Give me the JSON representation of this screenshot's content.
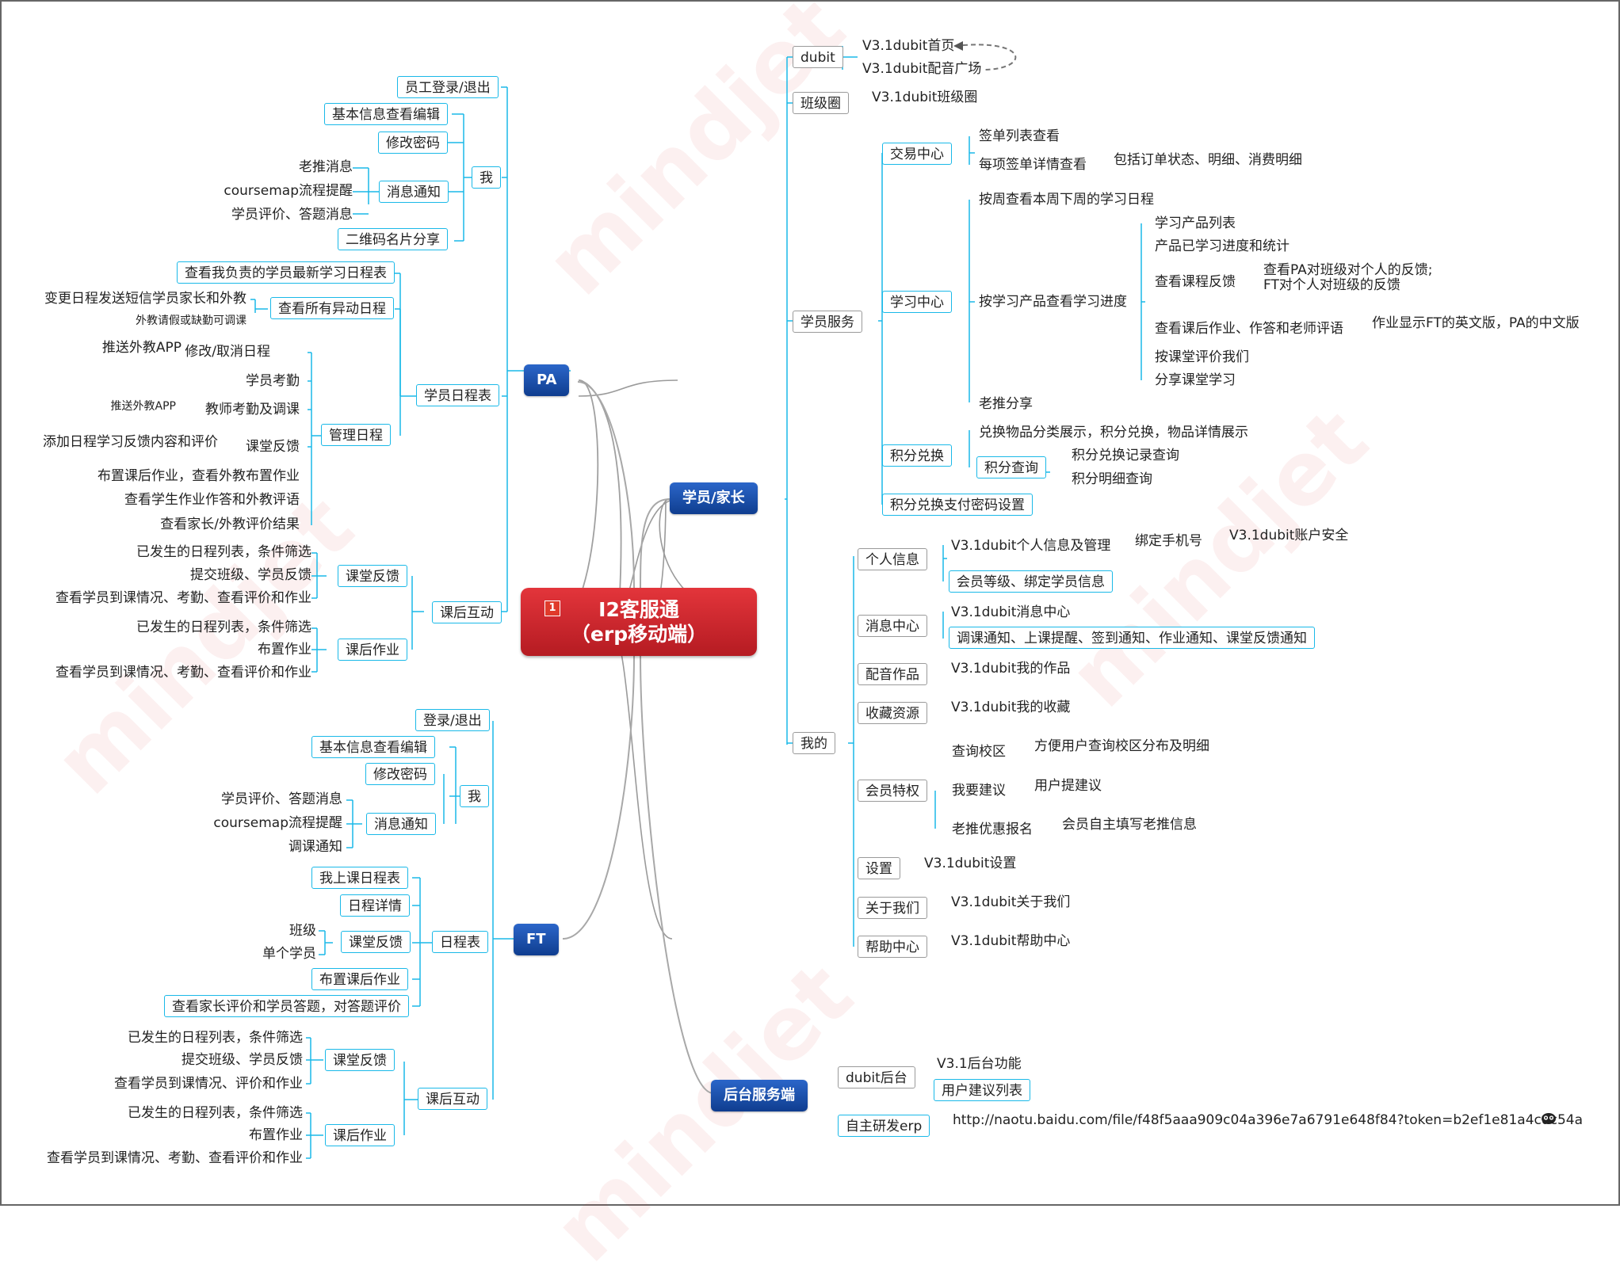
{
  "center": {
    "line1": "I2客服通",
    "line2": "（erp移动端）",
    "badge": "1"
  },
  "main": {
    "pa": "PA",
    "ft": "FT",
    "student": "学员/家长",
    "backend": "后台服务端"
  },
  "pa": {
    "login": "员工登录/退出",
    "me": "我",
    "info": "基本信息查看编辑",
    "pwd": "修改密码",
    "msg": "消息通知",
    "msg_items": [
      "老推消息",
      "coursemap流程提醒",
      "学员评价、答题消息"
    ],
    "qr": "二维码名片分享",
    "schedule": "学员日程表",
    "sch_latest": "查看我负责的学员最新学习日程表",
    "sch_change": "查看所有异动日程",
    "sch_change_note1": "变更日程发送短信学员家长和外教",
    "sch_change_note2": "外教请假或缺勤可调课",
    "manage": "管理日程",
    "manage_items": [
      "修改/取消日程",
      "学员考勤",
      "教师考勤及调课",
      "课堂反馈",
      "布置课后作业，查看外教布置作业",
      "查看学生作业作答和外教评语",
      "查看家长/外教评价结果"
    ],
    "push_app1": "推送外教APP",
    "push_app2": "推送外教APP",
    "add_feedback": "添加日程学习反馈内容和评价",
    "after": "课后互动",
    "class_fb": "课堂反馈",
    "class_fb_items": [
      "已发生的日程列表，条件筛选",
      "提交班级、学员反馈",
      "查看学员到课情况、考勤、查看评价和作业"
    ],
    "homework": "课后作业",
    "homework_items": [
      "已发生的日程列表，条件筛选",
      "布置作业",
      "查看学员到课情况、考勤、查看评价和作业"
    ]
  },
  "ft": {
    "login": "登录/退出",
    "me": "我",
    "info": "基本信息查看编辑",
    "pwd": "修改密码",
    "msg": "消息通知",
    "msg_items": [
      "学员评价、答题消息",
      "coursemap流程提醒",
      "调课通知"
    ],
    "schedule": "日程表",
    "my_sch": "我上课日程表",
    "detail": "日程详情",
    "class_fb": "课堂反馈",
    "fb_items": [
      "班级",
      "单个学员"
    ],
    "assign": "布置课后作业",
    "view_eval": "查看家长评价和学员答题，对答题评价",
    "after": "课后互动",
    "a_fb": "课堂反馈",
    "a_fb_items": [
      "已发生的日程列表，条件筛选",
      "提交班级、学员反馈",
      "查看学员到课情况、评价和作业"
    ],
    "a_hw": "课后作业",
    "a_hw_items": [
      "已发生的日程列表，条件筛选",
      "布置作业",
      "查看学员到课情况、考勤、查看评价和作业"
    ]
  },
  "student": {
    "dubit": "dubit",
    "dubit_home": "V3.1dubit首页",
    "dubit_dub": "V3.1dubit配音广场",
    "circle": "班级圈",
    "circle_v": "V3.1dubit班级圈",
    "service": "学员服务",
    "trade": "交易中心",
    "trade_list": "签单列表查看",
    "trade_detail": "每项签单详情查看",
    "trade_detail_note": "包括订单状态、明细、消费明细",
    "study": "学习中心",
    "study_week": "按周查看本周下周的学习日程",
    "study_product": "按学习产品查看学习进度",
    "study_items": [
      "学习产品列表",
      "产品已学习进度和统计",
      "查看课程反馈",
      "查看课后作业、作答和老师评语",
      "按课堂评价我们",
      "分享课堂学习"
    ],
    "fb_note1": "查看PA对班级对个人的反馈;",
    "fb_note2": "FT对个人对班级的反馈",
    "hw_note": "作业显示FT的英文版，PA的中文版",
    "refer": "老推分享",
    "points": "积分兑换",
    "points_show": "兑换物品分类展示，积分兑换，物品详情展示",
    "points_query": "积分查询",
    "points_q_items": [
      "积分兑换记录查询",
      "积分明细查询"
    ],
    "points_pwd": "积分兑换支付密码设置",
    "mine": "我的",
    "personal": "个人信息",
    "personal_mgmt": "V3.1dubit个人信息及管理",
    "bind_phone": "绑定手机号",
    "account_sec": "V3.1dubit账户安全",
    "member_level": "会员等级、绑定学员信息",
    "msg_center": "消息中心",
    "msg_center_v": "V3.1dubit消息中心",
    "msg_types": "调课通知、上课提醒、签到通知、作业通知、课堂反馈通知",
    "works": "配音作品",
    "works_v": "V3.1dubit我的作品",
    "fav": "收藏资源",
    "fav_v": "V3.1dubit我的收藏",
    "member": "会员特权",
    "campus": "查询校区",
    "campus_note": "方便用户查询校区分布及明细",
    "suggest": "我要建议",
    "suggest_note": "用户提建议",
    "refer_signup": "老推优惠报名",
    "refer_note": "会员自主填写老推信息",
    "settings": "设置",
    "settings_v": "V3.1dubit设置",
    "about": "关于我们",
    "about_v": "V3.1dubit关于我们",
    "help": "帮助中心",
    "help_v": "V3.1dubit帮助中心"
  },
  "backend": {
    "dubit_bg": "dubit后台",
    "bg_func": "V3.1后台功能",
    "bg_suggest": "用户建议列表",
    "erp": "自主研发erp",
    "url": "http://naotu.baidu.com/file/f48f5aaa909c04a396e7a6791e648f84?token=b2ef1e81a4cdc54a"
  },
  "watermark": "mindjet"
}
